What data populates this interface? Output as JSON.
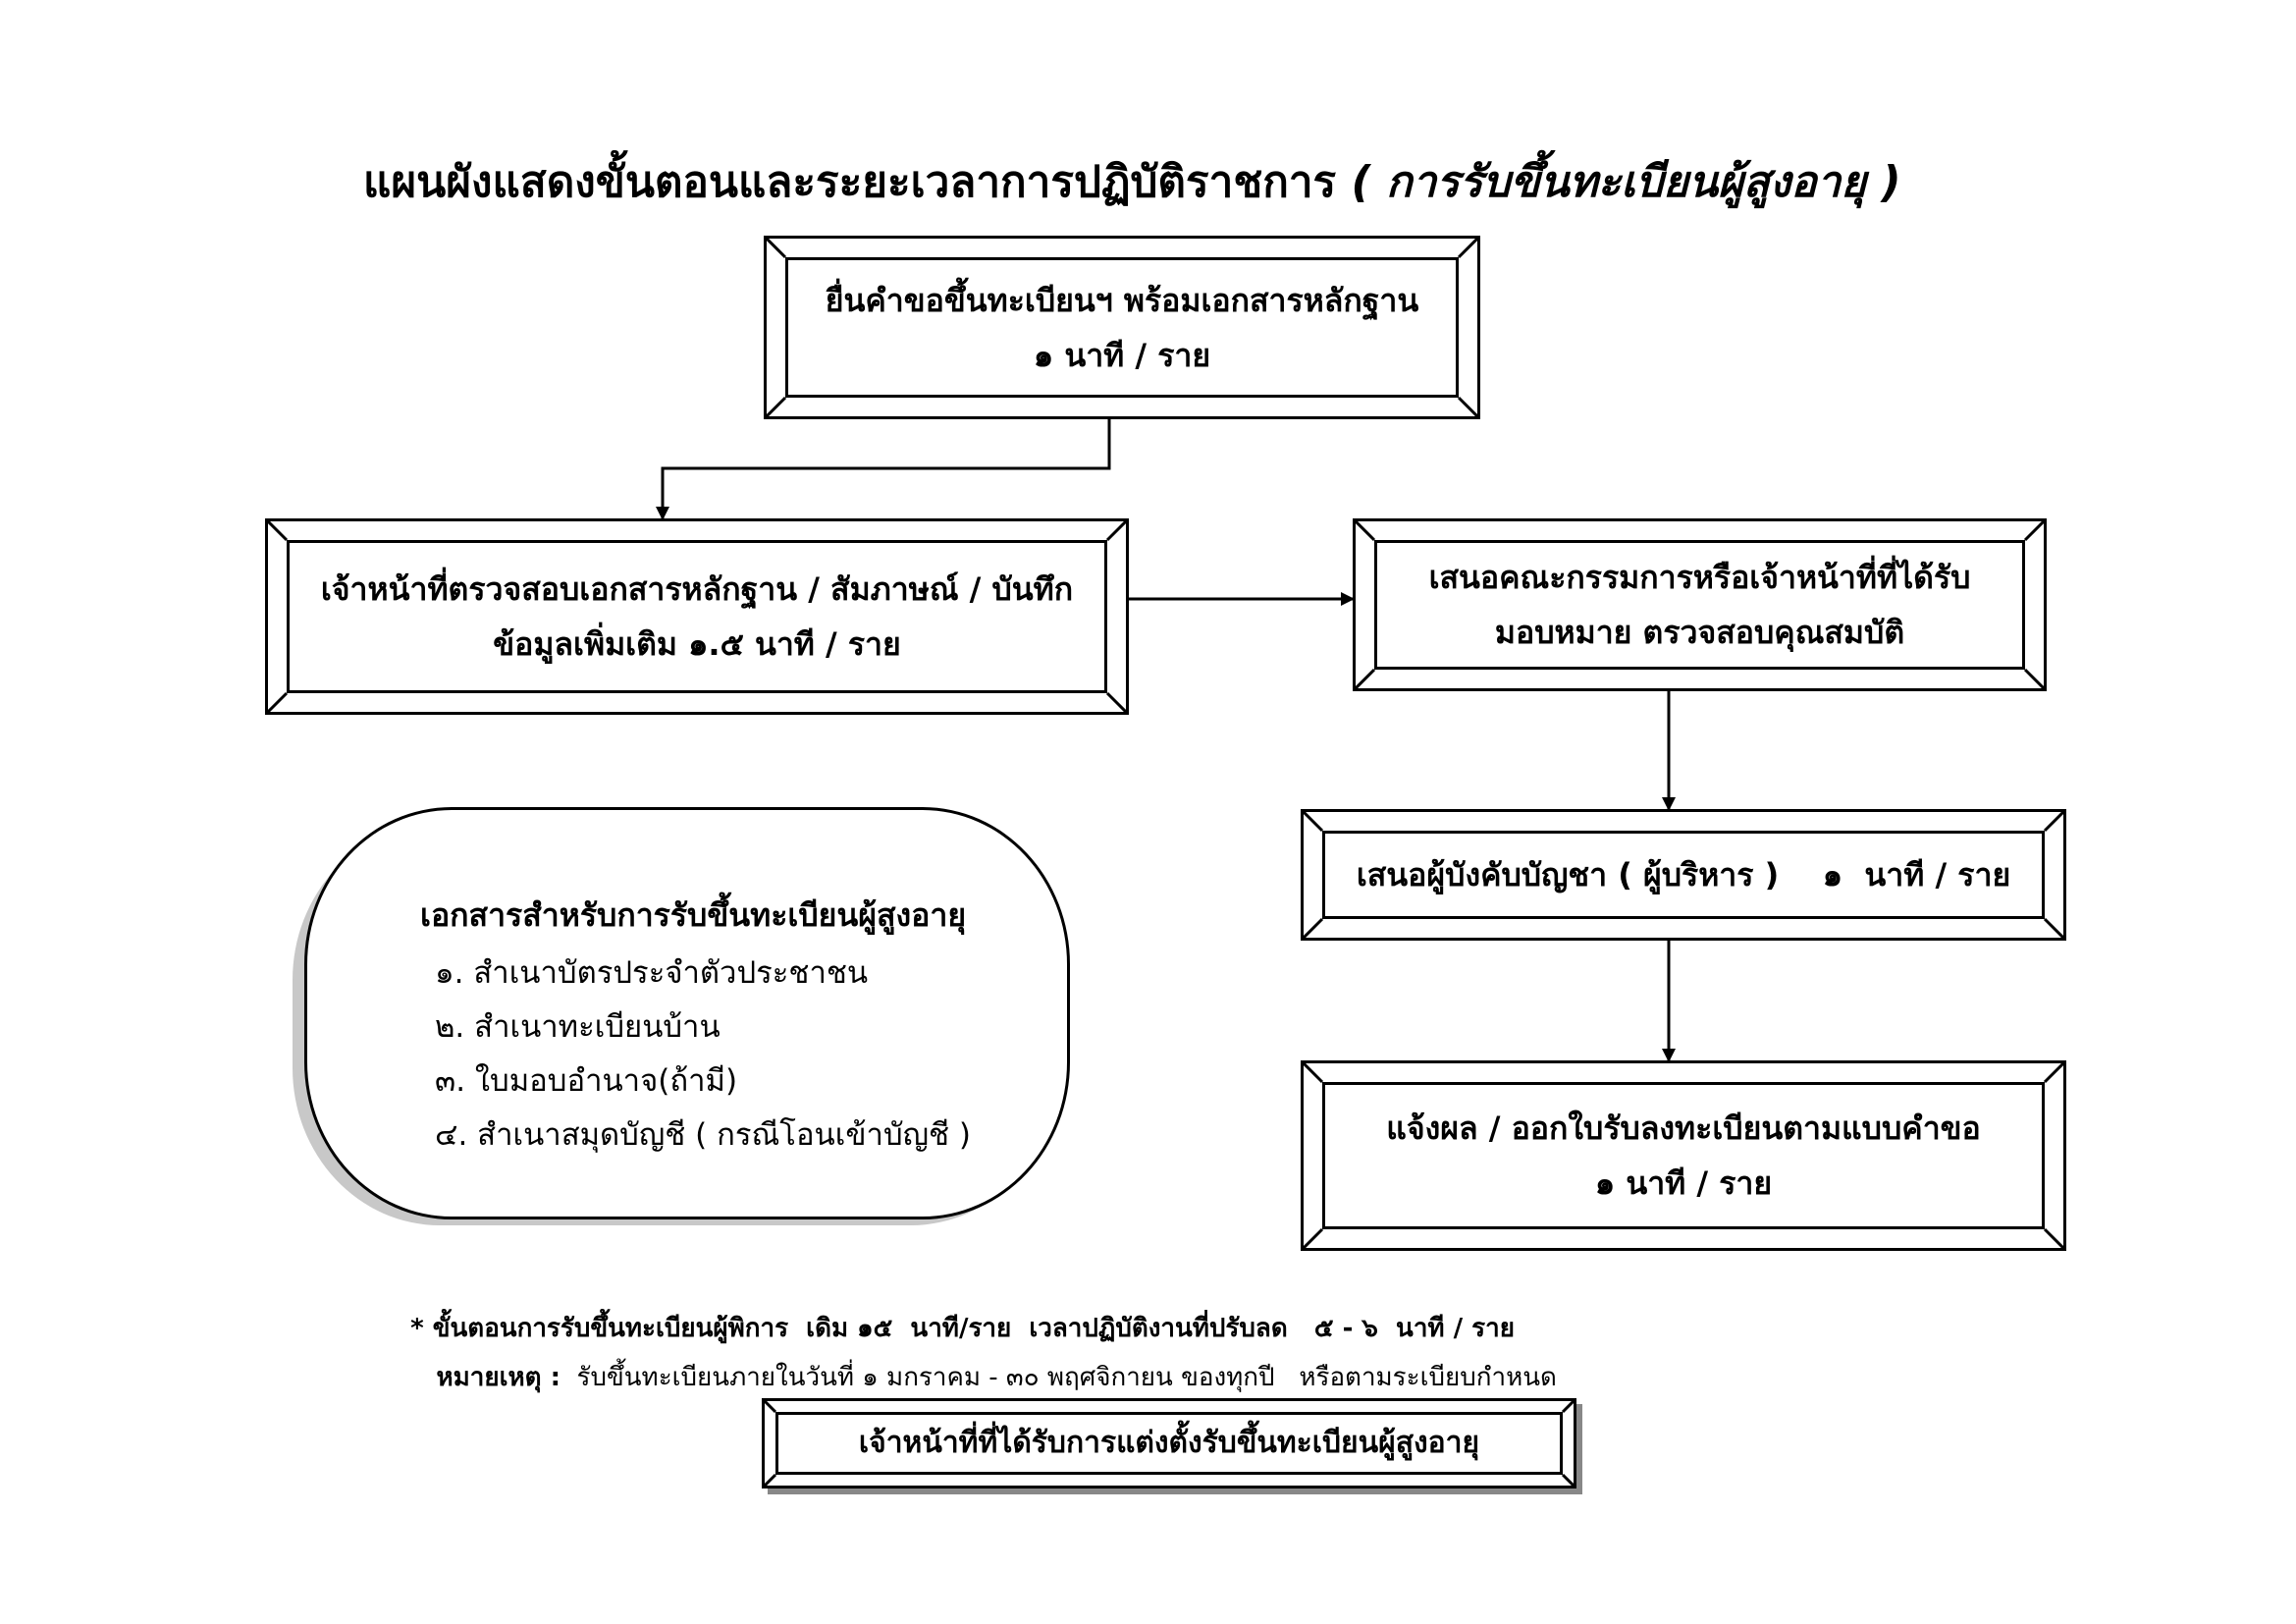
{
  "title": {
    "main": "แผนผังแสดงขั้นตอนและระยะเวลาการปฏิบัติราชการ",
    "paren": "( การรับขึ้นทะเบียนผู้สูงอายุ )"
  },
  "steps": {
    "submit": {
      "line1": "ยื่นคำขอขึ้นทะเบียนฯ พร้อมเอกสารหลักฐาน",
      "line2": "๑  นาที / ราย"
    },
    "check": {
      "line1": "เจ้าหน้าที่ตรวจสอบเอกสารหลักฐาน / สัมภาษณ์ / บันทึก",
      "line2": "ข้อมูลเพิ่มเติม  ๑.๕  นาที / ราย"
    },
    "committee": {
      "line1": "เสนอคณะกรรมการหรือเจ้าหน้าที่ที่ได้รับ",
      "line2": "มอบหมาย ตรวจสอบคุณสมบัติ"
    },
    "approve": {
      "line1": "เสนอผู้บังคับบัญชา ( ผู้บริหาร )    ๑  นาที / ราย"
    },
    "notify": {
      "line1": "แจ้งผล / ออกใบรับลงทะเบียนตามแบบคำขอ",
      "line2": "๑  นาที / ราย"
    }
  },
  "documents": {
    "heading": "เอกสารสำหรับการรับขึ้นทะเบียนผู้สูงอายุ",
    "items": [
      "๑.  สำเนาบัตรประจำตัวประชาชน",
      "๒.  สำเนาทะเบียนบ้าน",
      "๓.  ใบมอบอำนาจ(ถ้ามี)",
      "๔.  สำเนาสมุดบัญชี ( กรณีโอนเข้าบัญชี )"
    ]
  },
  "notes": {
    "star": "* ขั้นตอนการรับขึ้นทะเบียนผู้พิการ  เดิม ๑๕  นาที/ราย  เวลาปฏิบัติงานที่ปรับลด   ๕ - ๖  นาที / ราย",
    "remark_label": "หมายเหตุ :",
    "remark_text": "  รับขึ้นทะเบียนภายในวันที่ ๑ มกราคม - ๓๐ พฤศจิกายน ของทุกปี   หรือตามระเบียบกำหนด"
  },
  "footer": {
    "responsible": "เจ้าหน้าที่ที่ได้รับการแต่งตั้งรับขึ้นทะเบียนผู้สูงอายุ"
  }
}
